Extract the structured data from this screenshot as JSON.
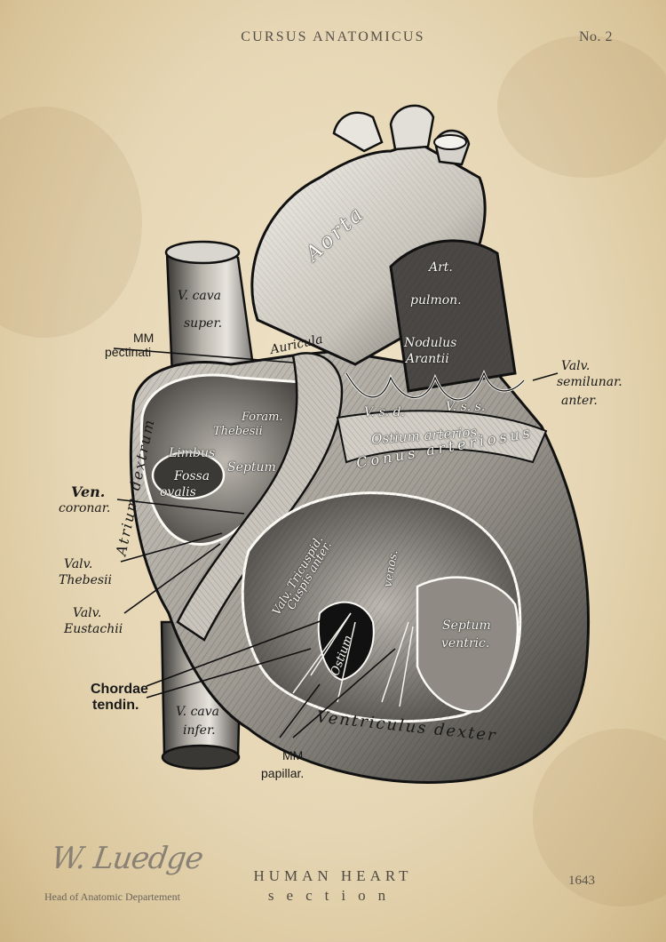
{
  "header": {
    "series": "CURSUS ANATOMICUS",
    "plate": "No. 2"
  },
  "labels": {
    "aorta": "Aorta",
    "art_pulmon_1": "Art.",
    "art_pulmon_2": "pulmon.",
    "v_cava_super_1": "V. cava",
    "v_cava_super_2": "super.",
    "mm_pectinati_1": "MM",
    "mm_pectinati_2": "pectinati",
    "auricula": "Auricula",
    "nodulus_1": "Nodulus",
    "nodulus_2": "Arantii",
    "valv_semilun_1": "Valv.",
    "valv_semilun_2": "semilunar.",
    "valv_semilun_3": "anter.",
    "foram_1": "Foram.",
    "foram_2": "Thebesii",
    "vsd": "V. s. d.",
    "vss": "V. s. s.",
    "limbus": "Limbus",
    "septum": "Septum",
    "fossa_1": "Fossa",
    "fossa_2": "ovalis",
    "ostium_arter": "Ostium arterios.",
    "conus": "Conus arteriosus",
    "atrium": "Atrium dextrum",
    "ven_coronar_1": "Ven.",
    "ven_coronar_2": "coronar.",
    "valv_thebesii_1": "Valv.",
    "valv_thebesii_2": "Thebesii",
    "valv_eustachii_1": "Valv.",
    "valv_eustachii_2": "Eustachii",
    "valv_tricusp_1": "Valv. Tricuspid.",
    "valv_tricusp_2": "Cuspis anter.",
    "venos": "venos.",
    "ostium": "Ostium",
    "septum_ventric_1": "Septum",
    "septum_ventric_2": "ventric.",
    "chordae_1": "Chordae",
    "chordae_2": "tendin.",
    "v_cava_infer_1": "V. cava",
    "v_cava_infer_2": "infer.",
    "ventriculus": "Ventriculus dexter",
    "mm_papillar_1": "MM.",
    "mm_papillar_2": "papillar."
  },
  "footer": {
    "signature": "W. Luedge",
    "signature_caption": "Head of Anatomic Departement",
    "title": "HUMAN HEART",
    "subtitle": "section",
    "number": "1643"
  },
  "colors": {
    "paper": "#e9dcc0",
    "ink": "#1a1a1a",
    "tissue_light": "#d8d4cc",
    "tissue_dark": "#3a3a3a"
  }
}
